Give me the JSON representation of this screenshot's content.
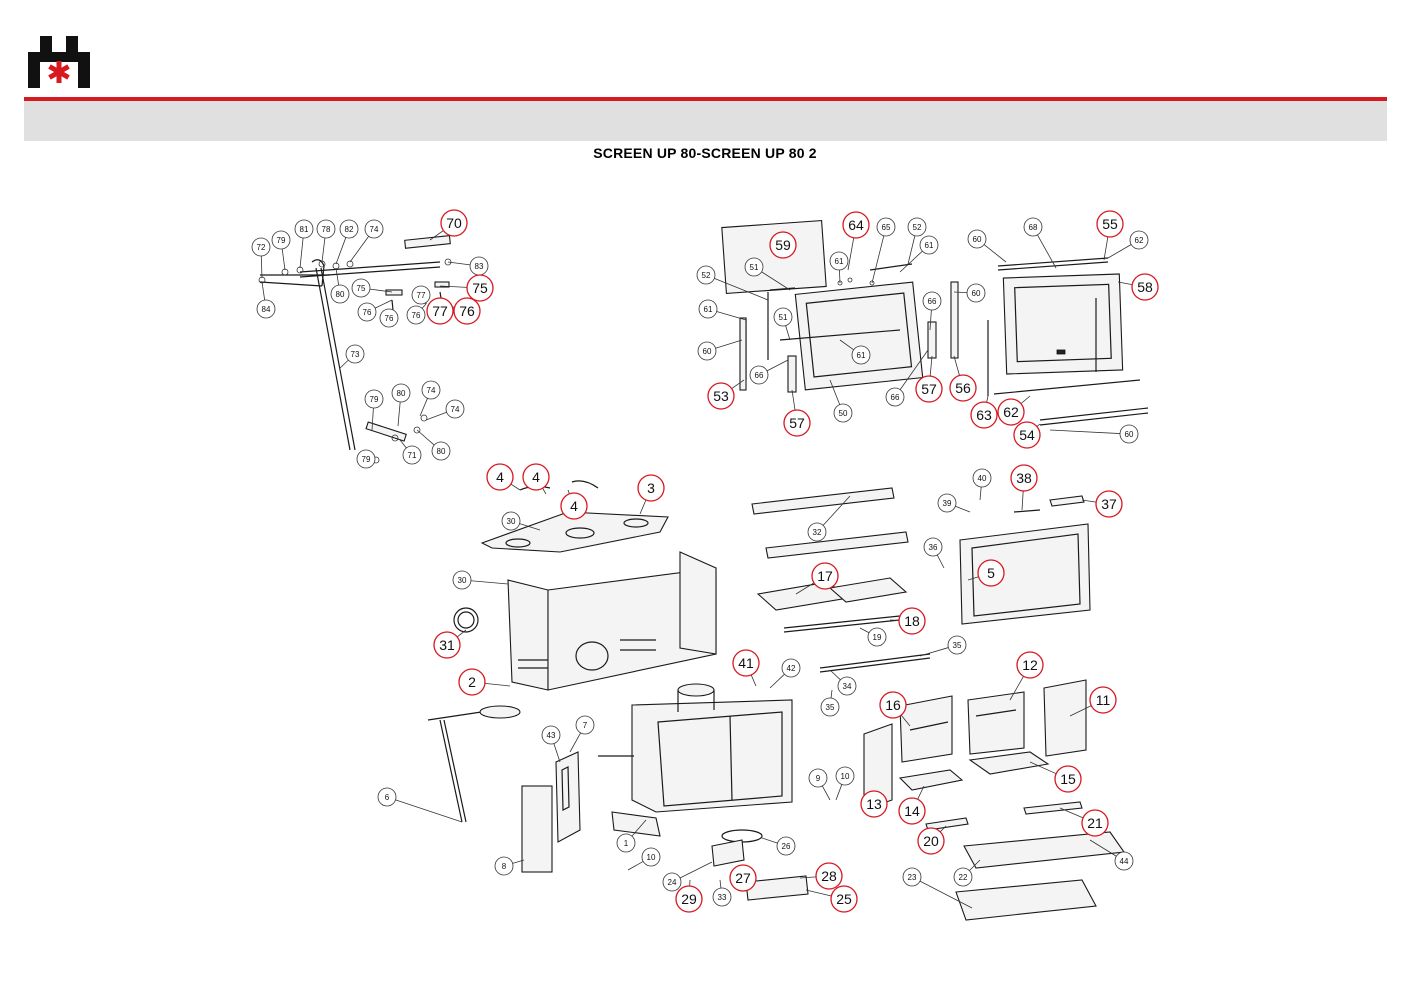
{
  "header": {
    "logo_icon": "manufacturer-logo-icon",
    "accent_color": "#d71920",
    "band_color": "#e0e0e0"
  },
  "title": "SCREEN UP 80-SCREEN UP 80 2",
  "callouts": [
    {
      "label": "70",
      "red": true
    },
    {
      "label": "81",
      "red": false
    },
    {
      "label": "78",
      "red": false
    },
    {
      "label": "82",
      "red": false
    },
    {
      "label": "74",
      "red": false
    },
    {
      "label": "79",
      "red": false
    },
    {
      "label": "72",
      "red": false
    },
    {
      "label": "83",
      "red": false
    },
    {
      "label": "84",
      "red": false
    },
    {
      "label": "80",
      "red": false
    },
    {
      "label": "75",
      "red": false
    },
    {
      "label": "75",
      "red": true
    },
    {
      "label": "76",
      "red": false
    },
    {
      "label": "76",
      "red": false
    },
    {
      "label": "77",
      "red": false
    },
    {
      "label": "76",
      "red": false
    },
    {
      "label": "77",
      "red": true
    },
    {
      "label": "76",
      "red": true
    },
    {
      "label": "73",
      "red": false
    },
    {
      "label": "79",
      "red": false
    },
    {
      "label": "80",
      "red": false
    },
    {
      "label": "74",
      "red": false
    },
    {
      "label": "74",
      "red": false
    },
    {
      "label": "79",
      "red": false
    },
    {
      "label": "71",
      "red": false
    },
    {
      "label": "80",
      "red": false
    },
    {
      "label": "59",
      "red": true
    },
    {
      "label": "64",
      "red": true
    },
    {
      "label": "65",
      "red": false
    },
    {
      "label": "52",
      "red": false
    },
    {
      "label": "61",
      "red": false
    },
    {
      "label": "52",
      "red": false
    },
    {
      "label": "51",
      "red": false
    },
    {
      "label": "61",
      "red": false
    },
    {
      "label": "61",
      "red": false
    },
    {
      "label": "51",
      "red": false
    },
    {
      "label": "60",
      "red": false
    },
    {
      "label": "66",
      "red": false
    },
    {
      "label": "61",
      "red": false
    },
    {
      "label": "66",
      "red": false
    },
    {
      "label": "53",
      "red": true
    },
    {
      "label": "57",
      "red": true
    },
    {
      "label": "50",
      "red": false
    },
    {
      "label": "66",
      "red": false
    },
    {
      "label": "57",
      "red": true
    },
    {
      "label": "56",
      "red": true
    },
    {
      "label": "60",
      "red": false
    },
    {
      "label": "68",
      "red": false
    },
    {
      "label": "55",
      "red": true
    },
    {
      "label": "62",
      "red": false
    },
    {
      "label": "58",
      "red": true
    },
    {
      "label": "60",
      "red": false
    },
    {
      "label": "63",
      "red": true
    },
    {
      "label": "62",
      "red": true
    },
    {
      "label": "54",
      "red": true
    },
    {
      "label": "60",
      "red": false
    },
    {
      "label": "4",
      "red": true
    },
    {
      "label": "4",
      "red": true
    },
    {
      "label": "4",
      "red": true
    },
    {
      "label": "3",
      "red": true
    },
    {
      "label": "30",
      "red": false
    },
    {
      "label": "30",
      "red": false
    },
    {
      "label": "31",
      "red": true
    },
    {
      "label": "2",
      "red": true
    },
    {
      "label": "6",
      "red": false
    },
    {
      "label": "43",
      "red": false
    },
    {
      "label": "7",
      "red": false
    },
    {
      "label": "8",
      "red": false
    },
    {
      "label": "1",
      "red": false
    },
    {
      "label": "10",
      "red": false
    },
    {
      "label": "26",
      "red": false
    },
    {
      "label": "24",
      "red": false
    },
    {
      "label": "27",
      "red": true
    },
    {
      "label": "28",
      "red": true
    },
    {
      "label": "29",
      "red": true
    },
    {
      "label": "33",
      "red": false
    },
    {
      "label": "25",
      "red": true
    },
    {
      "label": "41",
      "red": true
    },
    {
      "label": "42",
      "red": false
    },
    {
      "label": "32",
      "red": false
    },
    {
      "label": "17",
      "red": true
    },
    {
      "label": "18",
      "red": true
    },
    {
      "label": "19",
      "red": false
    },
    {
      "label": "35",
      "red": false
    },
    {
      "label": "34",
      "red": false
    },
    {
      "label": "35",
      "red": false
    },
    {
      "label": "9",
      "red": false
    },
    {
      "label": "10",
      "red": false
    },
    {
      "label": "13",
      "red": true
    },
    {
      "label": "16",
      "red": true
    },
    {
      "label": "14",
      "red": true
    },
    {
      "label": "12",
      "red": true
    },
    {
      "label": "15",
      "red": true
    },
    {
      "label": "11",
      "red": true
    },
    {
      "label": "21",
      "red": true
    },
    {
      "label": "20",
      "red": true
    },
    {
      "label": "44",
      "red": false
    },
    {
      "label": "22",
      "red": false
    },
    {
      "label": "23",
      "red": false
    },
    {
      "label": "40",
      "red": false
    },
    {
      "label": "38",
      "red": true
    },
    {
      "label": "39",
      "red": false
    },
    {
      "label": "37",
      "red": true
    },
    {
      "label": "36",
      "red": false
    },
    {
      "label": "5",
      "red": true
    }
  ]
}
